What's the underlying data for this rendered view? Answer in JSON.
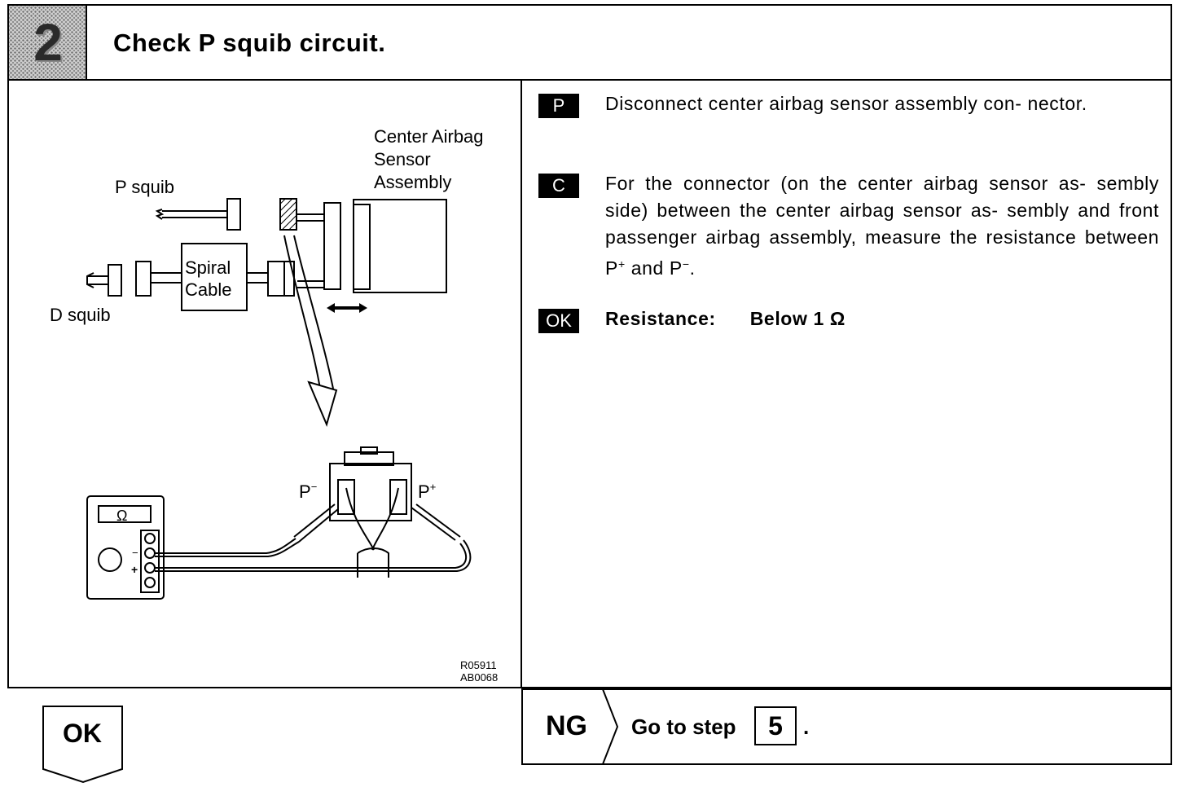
{
  "header": {
    "step_number": "2",
    "title": "Check P squib circuit."
  },
  "diagram": {
    "labels": {
      "center_airbag_line1": "Center Airbag",
      "center_airbag_line2": "Sensor",
      "center_airbag_line3": "Assembly",
      "p_squib": "P squib",
      "d_squib": "D squib",
      "spiral_line1": "Spiral",
      "spiral_line2": "Cable",
      "p_minus": "P",
      "p_plus": "P",
      "meter_symbol": "Ω",
      "terminal_minus": "−",
      "terminal_plus": "+"
    },
    "codes": {
      "line1": "R05911",
      "line2": "AB0068"
    }
  },
  "instructions": [
    {
      "tag": "P",
      "text": "Disconnect center airbag sensor assembly con- nector."
    },
    {
      "tag": "C",
      "text_before": "For the connector (on the center airbag sensor as- sembly side) between the center airbag sensor as- sembly and front passenger airbag assembly, measure the resistance between P",
      "sup1": "+",
      "text_middle": " and P",
      "sup2": "−",
      "text_after": "."
    },
    {
      "tag": "OK",
      "label": "Resistance:",
      "value": "Below 1 Ω"
    }
  ],
  "footer": {
    "ok_label": "OK",
    "ng_label": "NG",
    "goto_text": "Go to step",
    "goto_step": "5",
    "goto_period": "."
  }
}
